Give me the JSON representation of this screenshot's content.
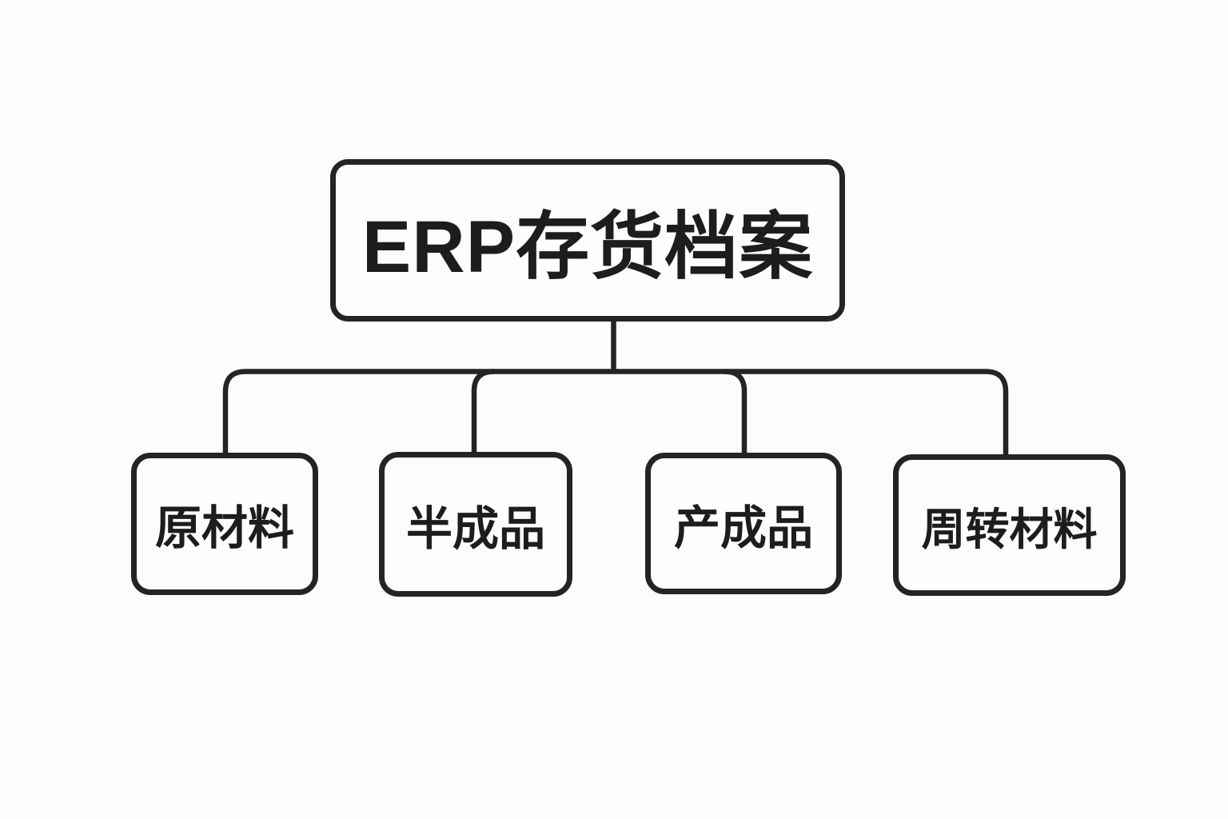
{
  "diagram": {
    "type": "org-chart",
    "root": {
      "label": "ERP存货档案"
    },
    "children": [
      {
        "label": "原材料"
      },
      {
        "label": "半成品"
      },
      {
        "label": "产成品"
      },
      {
        "label": "周转材料"
      }
    ],
    "colors": {
      "stroke": "#242424",
      "text": "#1d1d1d",
      "background": "#fcfcfc",
      "node_fill": "#fdfdfd"
    }
  }
}
